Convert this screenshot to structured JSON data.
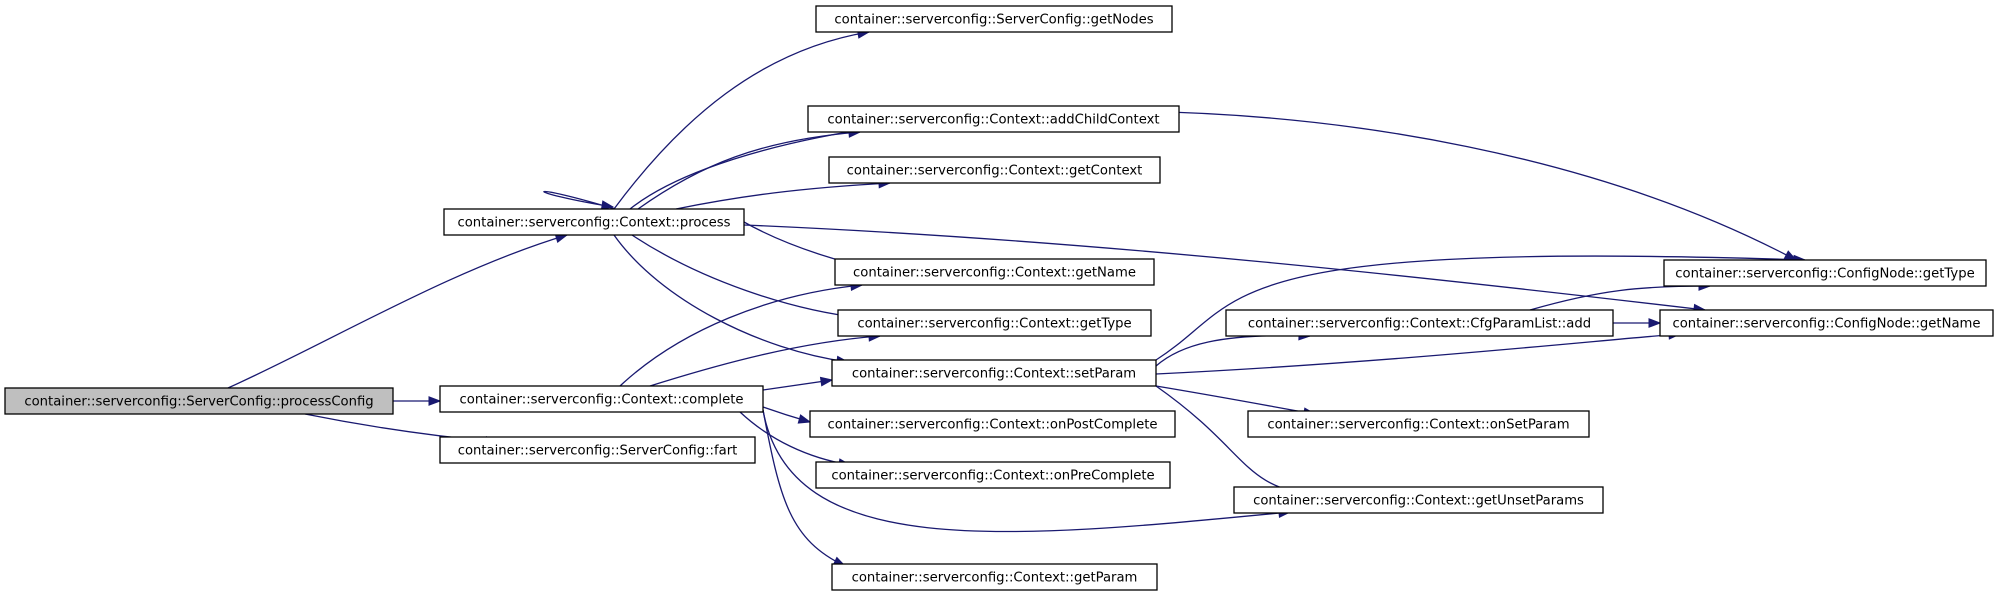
{
  "colors": {
    "edge": "#191970",
    "node_border": "#000000",
    "node_fill": "#ffffff",
    "root_fill": "#bfbfbf",
    "background": "#ffffff"
  },
  "nodes": [
    {
      "id": "processConfig",
      "label": "container::serverconfig::ServerConfig::processConfig",
      "root": true
    },
    {
      "id": "process",
      "label": "container::serverconfig::Context::process"
    },
    {
      "id": "complete",
      "label": "container::serverconfig::Context::complete"
    },
    {
      "id": "fart",
      "label": "container::serverconfig::ServerConfig::fart"
    },
    {
      "id": "getNodes",
      "label": "container::serverconfig::ServerConfig::getNodes"
    },
    {
      "id": "addChildContext",
      "label": "container::serverconfig::Context::addChildContext"
    },
    {
      "id": "getContext",
      "label": "container::serverconfig::Context::getContext"
    },
    {
      "id": "getName",
      "label": "container::serverconfig::Context::getName"
    },
    {
      "id": "getType",
      "label": "container::serverconfig::Context::getType"
    },
    {
      "id": "setParam",
      "label": "container::serverconfig::Context::setParam"
    },
    {
      "id": "onPostComplete",
      "label": "container::serverconfig::Context::onPostComplete"
    },
    {
      "id": "onPreComplete",
      "label": "container::serverconfig::Context::onPreComplete"
    },
    {
      "id": "getParam",
      "label": "container::serverconfig::Context::getParam"
    },
    {
      "id": "cfgAdd",
      "label": "container::serverconfig::Context::CfgParamList::add"
    },
    {
      "id": "onSetParam",
      "label": "container::serverconfig::Context::onSetParam"
    },
    {
      "id": "getUnsetParams",
      "label": "container::serverconfig::Context::getUnsetParams"
    },
    {
      "id": "cnGetType",
      "label": "container::serverconfig::ConfigNode::getType"
    },
    {
      "id": "cnGetName",
      "label": "container::serverconfig::ConfigNode::getName"
    }
  ],
  "edges": [
    {
      "from": "processConfig",
      "to": "process"
    },
    {
      "from": "processConfig",
      "to": "complete"
    },
    {
      "from": "processConfig",
      "to": "fart"
    },
    {
      "from": "process",
      "to": "process"
    },
    {
      "from": "process",
      "to": "getNodes"
    },
    {
      "from": "process",
      "to": "addChildContext"
    },
    {
      "from": "process",
      "to": "getContext"
    },
    {
      "from": "process",
      "to": "getName"
    },
    {
      "from": "process",
      "to": "getType"
    },
    {
      "from": "process",
      "to": "setParam"
    },
    {
      "from": "process",
      "to": "cnGetType"
    },
    {
      "from": "process",
      "to": "cnGetName"
    },
    {
      "from": "complete",
      "to": "getName"
    },
    {
      "from": "complete",
      "to": "getType"
    },
    {
      "from": "complete",
      "to": "setParam"
    },
    {
      "from": "complete",
      "to": "onPostComplete"
    },
    {
      "from": "complete",
      "to": "onPreComplete"
    },
    {
      "from": "complete",
      "to": "getUnsetParams"
    },
    {
      "from": "complete",
      "to": "getParam"
    },
    {
      "from": "setParam",
      "to": "cnGetType"
    },
    {
      "from": "setParam",
      "to": "cfgAdd"
    },
    {
      "from": "setParam",
      "to": "cnGetName"
    },
    {
      "from": "setParam",
      "to": "onSetParam"
    },
    {
      "from": "setParam",
      "to": "getUnsetParams"
    },
    {
      "from": "cfgAdd",
      "to": "cnGetType"
    },
    {
      "from": "cfgAdd",
      "to": "cnGetName"
    }
  ]
}
